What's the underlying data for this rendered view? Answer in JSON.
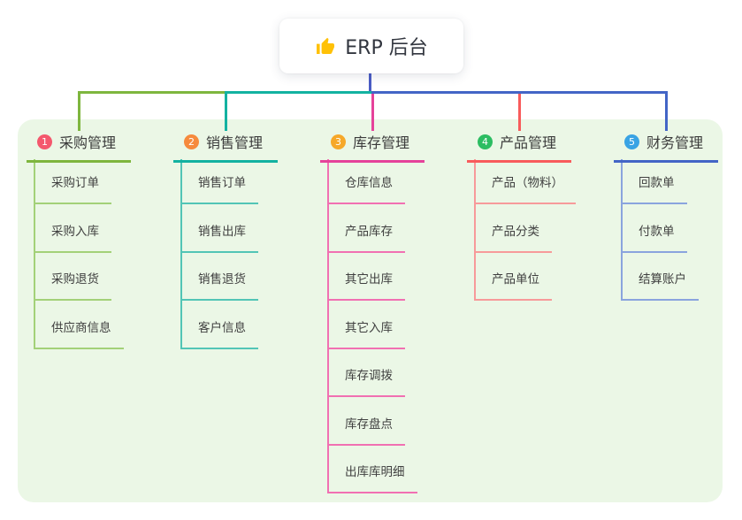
{
  "root": {
    "label": "ERP 后台",
    "icon": "thumbs-up-icon",
    "icon_color": "#ffc107"
  },
  "colors": {
    "root_line": "#4a5cc5",
    "panel_bg": "#ebf7e6",
    "text": "#3d3d3d"
  },
  "branches": [
    {
      "badge": "1",
      "label": "采购管理",
      "badge_color": "#f4586d",
      "line_color": "#7eb63e",
      "child_line_color": "#a3d178",
      "children": [
        "采购订单",
        "采购入库",
        "采购退货",
        "供应商信息"
      ]
    },
    {
      "badge": "2",
      "label": "销售管理",
      "badge_color": "#f68a3d",
      "line_color": "#13b2a1",
      "child_line_color": "#52c5b6",
      "children": [
        "销售订单",
        "销售出库",
        "销售退货",
        "客户信息"
      ]
    },
    {
      "badge": "3",
      "label": "库存管理",
      "badge_color": "#f6a829",
      "line_color": "#e5429a",
      "child_line_color": "#f170b2",
      "children": [
        "仓库信息",
        "产品库存",
        "其它出库",
        "其它入库",
        "库存调拨",
        "库存盘点",
        "出库库明细"
      ]
    },
    {
      "badge": "4",
      "label": "产品管理",
      "badge_color": "#2cbd62",
      "line_color": "#f85b5b",
      "child_line_color": "#f79a9a",
      "children": [
        "产品（物料）",
        "产品分类",
        "产品单位"
      ]
    },
    {
      "badge": "5",
      "label": "财务管理",
      "badge_color": "#39a3e4",
      "line_color": "#4365c6",
      "child_line_color": "#8aa4de",
      "children": [
        "回款单",
        "付款单",
        "结算账户"
      ]
    }
  ]
}
